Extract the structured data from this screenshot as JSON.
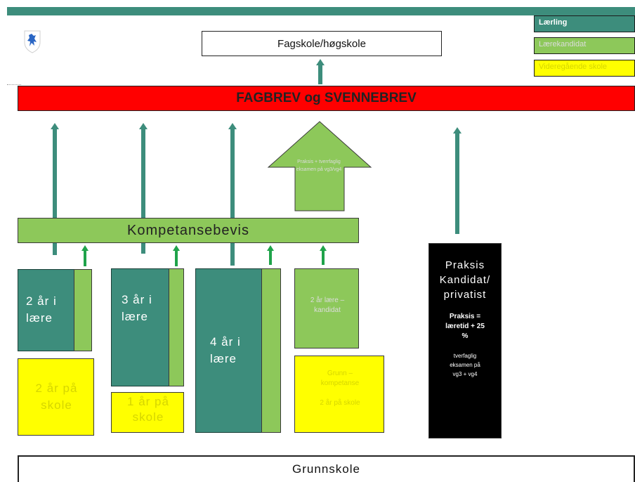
{
  "legend": {
    "laerling": "Lærling",
    "laerekandidat": "Lærekandidat",
    "vgs": "Videregående skole"
  },
  "top": {
    "fagskole": "Fagskole/høgskole",
    "fagbrev": "FAGBREV og SVENNEBREV"
  },
  "big_arrow_text": "Praksis + tverrfaglig eksamen på vg3/vg4",
  "kompetansebevis": "Kompetansebevis",
  "paths": {
    "two_year": {
      "laere_line1": "2 år i",
      "laere_line2": "lære",
      "skole_line1": "2 år på",
      "skole_line2": "skole"
    },
    "three_year": {
      "laere_line1": "3 år i",
      "laere_line2": "lære",
      "skole_line1": "1 år på",
      "skole_line2": "skole"
    },
    "four_year": {
      "laere_line1": "4 år i",
      "laere_line2": "lære"
    },
    "kandidat": {
      "laere": "2 år lære – kandidat",
      "skole_line1": "Grunn –",
      "skole_line2": "kompetanse",
      "skole_line3": "2 år på skole"
    }
  },
  "praksis": {
    "title_line1": "Praksis",
    "title_line2": "Kandidat/",
    "title_line3": "privatist",
    "rule_line1": "Praksis =",
    "rule_line2": "læretid + 25",
    "rule_line3": "%",
    "exam_line1": "tverfaglig",
    "exam_line2": "eksamen på",
    "exam_line3": "vg3 + vg4"
  },
  "grunnskole": "Grunnskole",
  "colors": {
    "teal": "#3d8d7c",
    "green": "#8dc85a",
    "yellow": "#ffff00",
    "red": "#ff0000",
    "arrow_green": "#1fa34a"
  }
}
